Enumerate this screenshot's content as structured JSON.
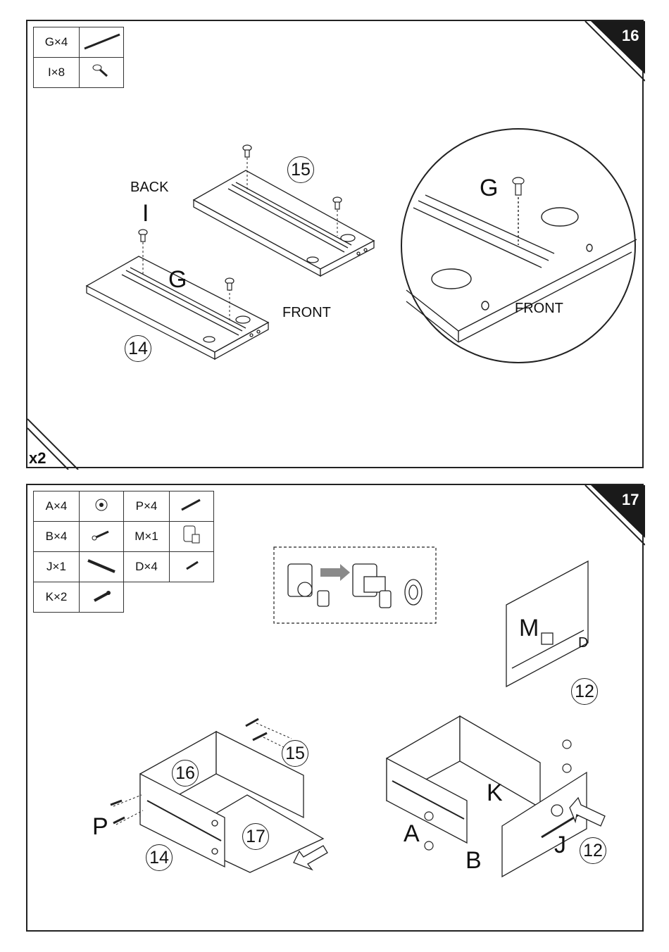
{
  "step16": {
    "number": "16",
    "multiplier": "x2",
    "parts": [
      {
        "label": "G×4",
        "icon": "drawer-slide-rail-icon"
      },
      {
        "label": "I×8",
        "icon": "screw-icon"
      }
    ],
    "labels": {
      "back": "BACK",
      "front": "FRONT",
      "front_detail": "FRONT",
      "part_i": "I",
      "part_g": "G",
      "part_g_detail": "G"
    },
    "panels": {
      "p14": "14",
      "p15": "15"
    }
  },
  "step17": {
    "number": "17",
    "parts": [
      {
        "label": "A×4",
        "icon": "cam-lock-icon"
      },
      {
        "label": "P×4",
        "icon": "long-screw-icon"
      },
      {
        "label": "B×4",
        "icon": "cam-bolt-icon"
      },
      {
        "label": "M×1",
        "icon": "drawer-lock-icon"
      },
      {
        "label": "J×1",
        "icon": "handle-bar-icon"
      },
      {
        "label": "D×4",
        "icon": "small-screw-icon"
      },
      {
        "label": "K×2",
        "icon": "machine-screw-icon"
      }
    ],
    "labels": {
      "p": "P",
      "a": "A",
      "b": "B",
      "k": "K",
      "j": "J",
      "m": "M",
      "d": "D"
    },
    "panels": {
      "p14": "14",
      "p15": "15",
      "p16": "16",
      "p17": "17",
      "p12_front": "12",
      "p12_detail": "12"
    }
  },
  "colors": {
    "line": "#222222",
    "badge": "#1a1a1a",
    "arrow_gray": "#8a8a8a"
  }
}
